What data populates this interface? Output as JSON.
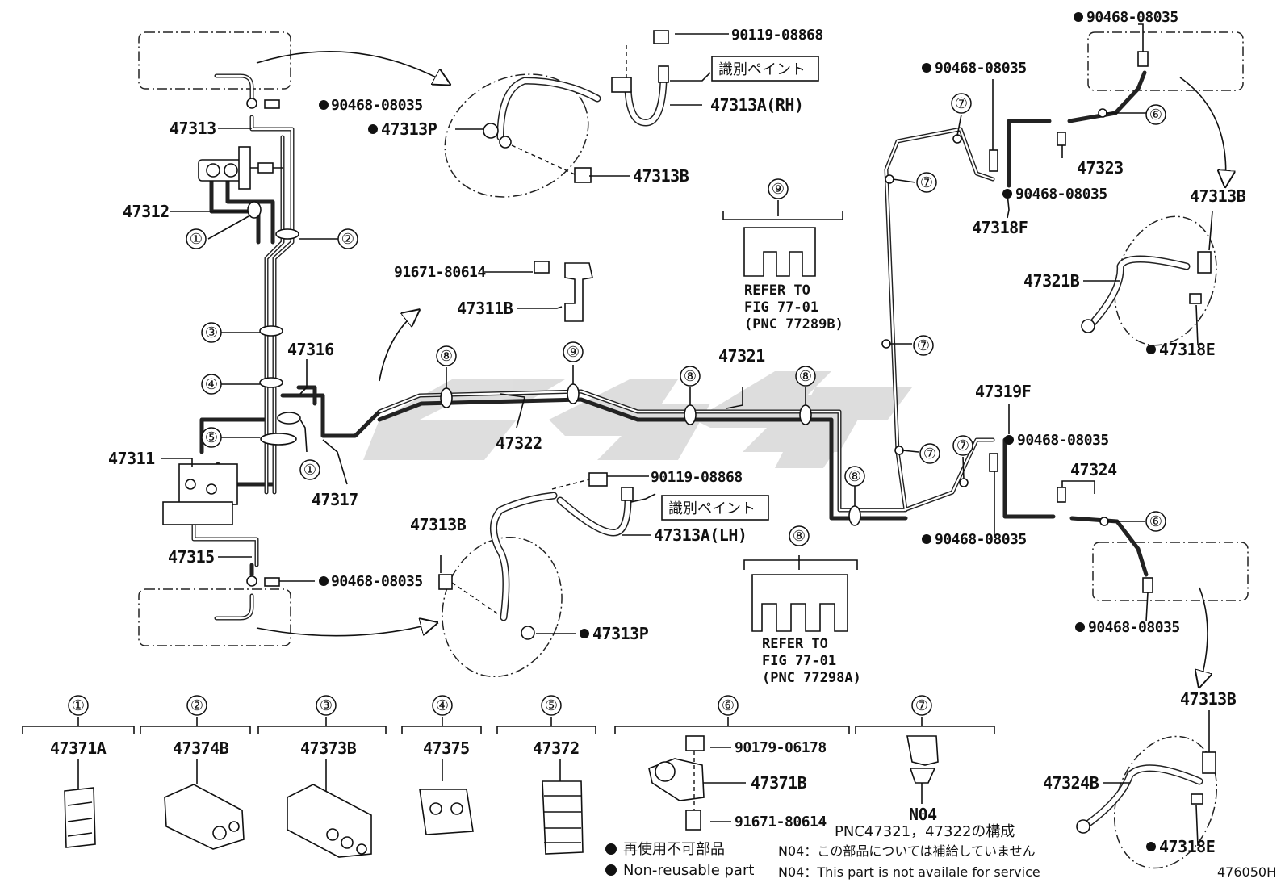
{
  "diagram": {
    "id": "476050H",
    "legend": {
      "dot_jp": "再使用不可部品",
      "dot_en": "Non-reusable part",
      "n04_jp": "N04：この部品については補給していません",
      "n04_en": "N04：This part is not availale for service"
    },
    "pnc_note": "PNC47321，47322の構成",
    "paint_label": "識別ペイント",
    "ref9": [
      "REFER TO",
      "FIG 77-01",
      "(PNC 77289B)"
    ],
    "ref8": [
      "REFER TO",
      "FIG 77-01",
      "(PNC 77298A)"
    ]
  },
  "labels": {
    "p90119_top": "90119-08868",
    "p47313A_RH": "47313A(RH)",
    "p90468_tl": "90468-08035",
    "p47313": "47313",
    "p47313P_top": "47313P",
    "p47313B_top": "47313B",
    "p47312": "47312",
    "p91671": "91671-80614",
    "p47311B": "47311B",
    "p47316": "47316",
    "p47321": "47321",
    "p47322": "47322",
    "p47311": "47311",
    "p47317": "47317",
    "p90119_mid": "90119-08868",
    "p47313A_LH": "47313A(LH)",
    "p47313B_mid": "47313B",
    "p47315": "47315",
    "p90468_bl": "90468-08035",
    "p47313P_bot": "47313P",
    "p90468_r1": "90468-08035",
    "p90468_r2": "90468-08035",
    "p47323": "47323",
    "p90468_r3": "90468-08035",
    "p47318F": "47318F",
    "p47313B_r1": "47313B",
    "p47321B": "47321B",
    "p47318E_r1": "47318E",
    "p47319F": "47319F",
    "p90468_r4": "90468-08035",
    "p47324": "47324",
    "p90468_r5": "90468-08035",
    "p90468_r6": "90468-08035",
    "p47313B_r2": "47313B",
    "p47324B": "47324B",
    "p47318E_r2": "47318E"
  },
  "legend_items": [
    {
      "num": "①",
      "part": "47371A"
    },
    {
      "num": "②",
      "part": "47374B"
    },
    {
      "num": "③",
      "part": "47373B"
    },
    {
      "num": "④",
      "part": "47375"
    },
    {
      "num": "⑤",
      "part": "47372"
    },
    {
      "num": "⑥",
      "parts": [
        "90179-06178",
        "47371B",
        "91671-80614"
      ]
    },
    {
      "num": "⑦",
      "part": "N04"
    }
  ],
  "callouts": [
    "①",
    "②",
    "③",
    "④",
    "⑤",
    "⑥",
    "⑦",
    "⑧",
    "⑨"
  ]
}
